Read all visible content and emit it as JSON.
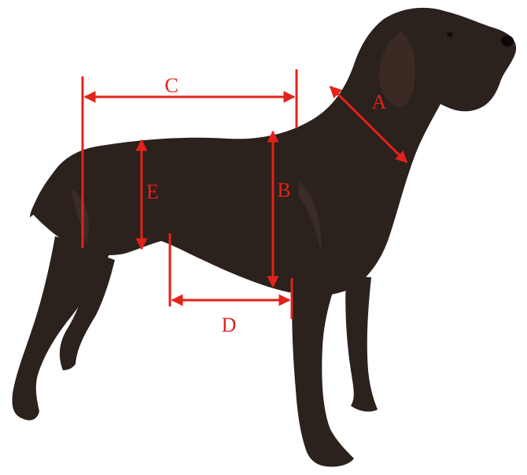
{
  "colors": {
    "background": "#ffffff",
    "dog_fur": "#2b211d",
    "dog_fur_highlight": "#4a3a33",
    "dog_ear": "#3a2a23",
    "measurement_lines": "#e32219"
  },
  "measurements": {
    "A": {
      "label": "A"
    },
    "B": {
      "label": "B"
    },
    "C": {
      "label": "C"
    },
    "D": {
      "label": "D"
    },
    "E": {
      "label": "E"
    }
  }
}
